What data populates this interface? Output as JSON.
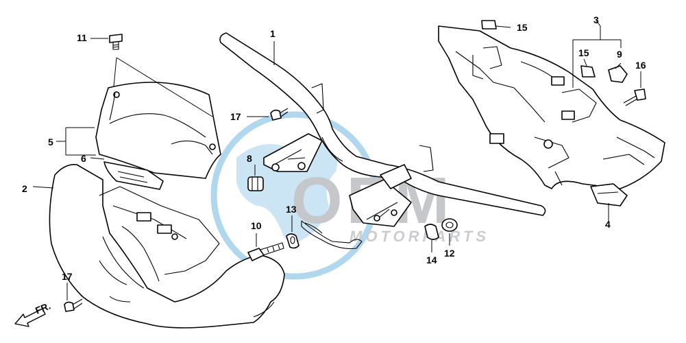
{
  "diagram": {
    "watermark": {
      "brand": "OEM",
      "tagline": "MOTORPARTS",
      "color_globe": "#a8d3ec",
      "color_text": "#c5c7ca"
    },
    "front_arrow_label": "FR.",
    "callouts": [
      "1",
      "2",
      "3",
      "4",
      "5",
      "6",
      "8",
      "9",
      "10",
      "11",
      "12",
      "13",
      "14",
      "15",
      "15",
      "16",
      "17",
      "17"
    ]
  }
}
